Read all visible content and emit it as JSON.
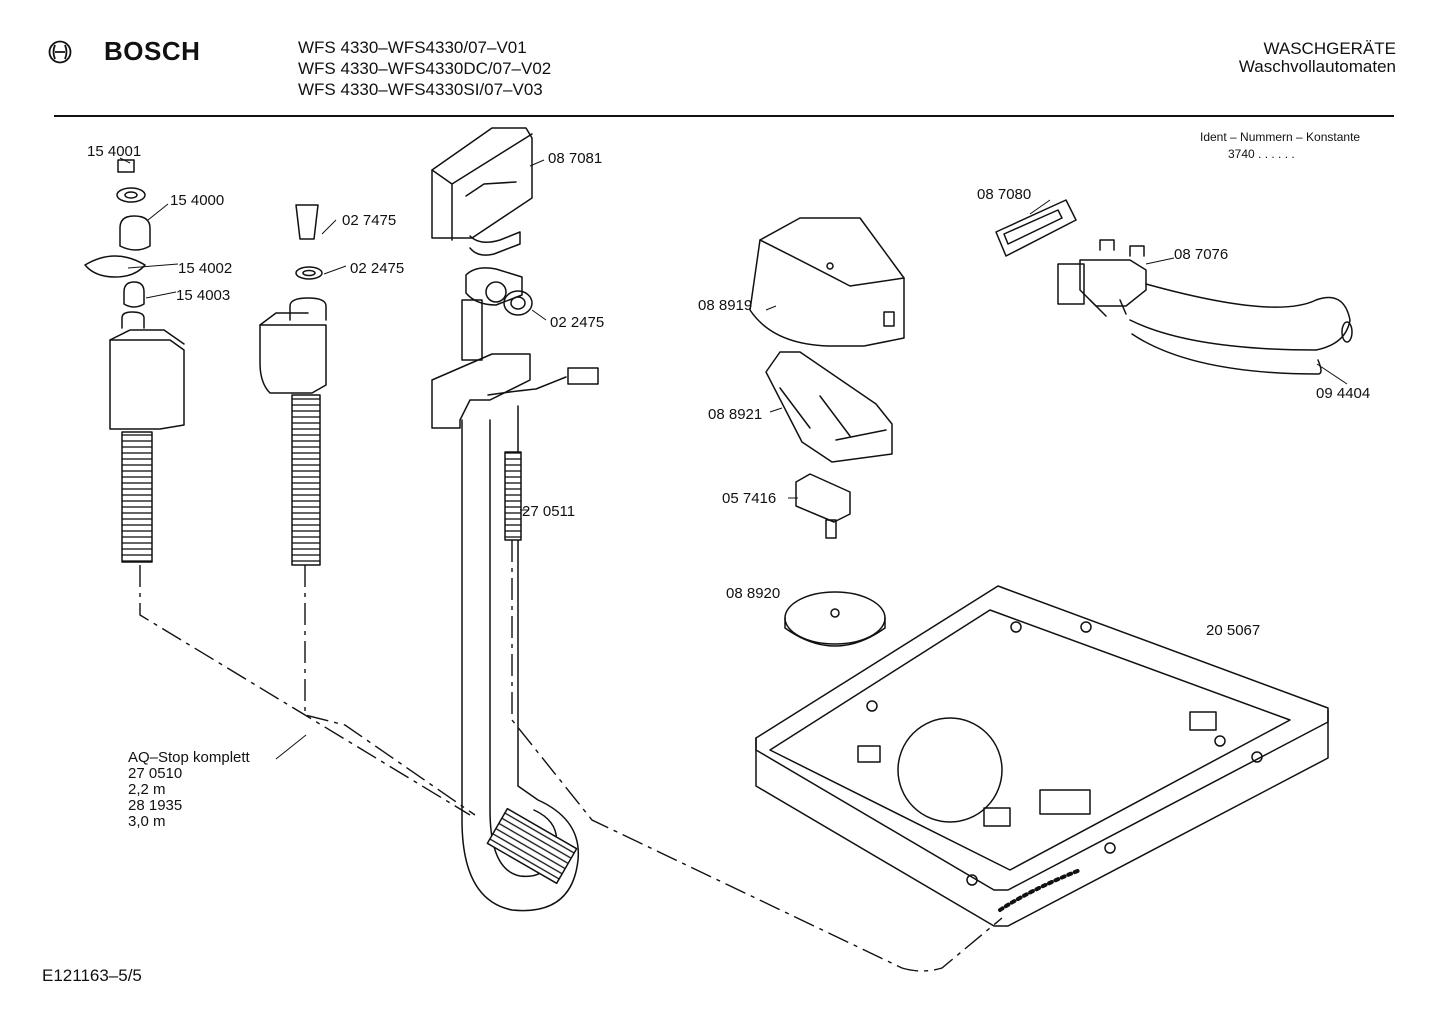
{
  "header": {
    "brand": "BOSCH",
    "models": [
      "WFS 4330–WFS4330/07–V01",
      "WFS 4330–WFS4330DC/07–V02",
      "WFS 4330–WFS4330SI/07–V03"
    ],
    "category": "WASCHGERÄTE",
    "subcategory": "Waschvollautomaten"
  },
  "ident": {
    "title": "Ident – Nummern – Konstante",
    "value": "3740 . .  . . . ."
  },
  "parts": [
    {
      "id": "p154001",
      "number": "15 4001"
    },
    {
      "id": "p154000",
      "number": "15 4000"
    },
    {
      "id": "p154002",
      "number": "15 4002"
    },
    {
      "id": "p154003",
      "number": "15 4003"
    },
    {
      "id": "p027475",
      "number": "02 7475"
    },
    {
      "id": "p022475a",
      "number": "02 2475"
    },
    {
      "id": "p087081",
      "number": "08 7081"
    },
    {
      "id": "p022475b",
      "number": "02 2475"
    },
    {
      "id": "p270511",
      "number": "27 0511"
    },
    {
      "id": "p088919",
      "number": "08 8919"
    },
    {
      "id": "p088921",
      "number": "08 8921"
    },
    {
      "id": "p057416",
      "number": "05 7416"
    },
    {
      "id": "p088920",
      "number": "08 8920"
    },
    {
      "id": "p205067",
      "number": "20 5067"
    },
    {
      "id": "p087080",
      "number": "08 7080"
    },
    {
      "id": "p087076",
      "number": "08 7076"
    },
    {
      "id": "p094404",
      "number": "09 4404"
    }
  ],
  "aq_stop": [
    "AQ–Stop komplett",
    "27 0510",
    "2,2 m",
    "28 1935",
    "3,0 m"
  ],
  "footer": {
    "code": "E121163–5/5"
  }
}
